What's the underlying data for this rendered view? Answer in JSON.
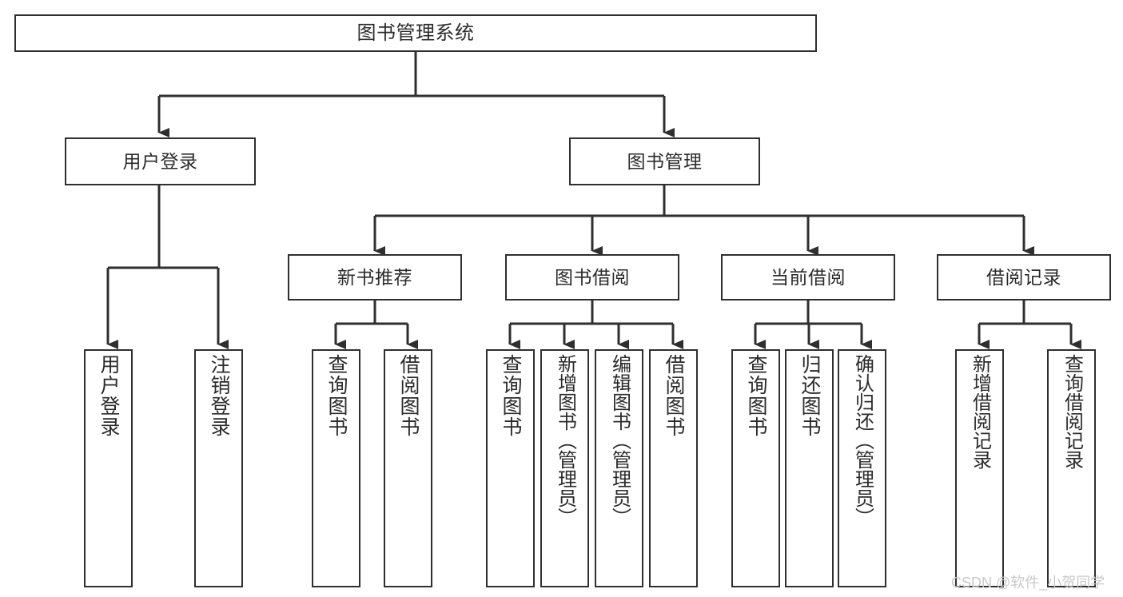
{
  "diagram": {
    "title": "图书管理系统",
    "type": "hierarchy-tree",
    "colors": {
      "box_border": "#2f2f2f",
      "box_fill": "#ffffff",
      "connector": "#2f2f2f",
      "text": "#2b2b2b",
      "background": "#ffffff",
      "watermark": "#c9c9c9"
    },
    "root": {
      "label": "图书管理系统"
    },
    "level1": [
      {
        "label": "用户登录"
      },
      {
        "label": "图书管理"
      }
    ],
    "level2": [
      {
        "label": "新书推荐"
      },
      {
        "label": "图书借阅"
      },
      {
        "label": "当前借阅"
      },
      {
        "label": "借阅记录"
      }
    ],
    "leaves": {
      "user_login": [
        {
          "label": "用户登录"
        },
        {
          "label": "注销登录"
        }
      ],
      "new_book_recommend": [
        {
          "label": "查询图书"
        },
        {
          "label": "借阅图书"
        }
      ],
      "book_borrow": [
        {
          "label": "查询图书"
        },
        {
          "label": "新增图书（管理员）"
        },
        {
          "label": "编辑图书（管理员）"
        },
        {
          "label": "借阅图书"
        }
      ],
      "current_borrow": [
        {
          "label": "查询图书"
        },
        {
          "label": "归还图书"
        },
        {
          "label": "确认归还（管理员）"
        }
      ],
      "borrow_record": [
        {
          "label": "新增借阅记录"
        },
        {
          "label": "查询借阅记录"
        }
      ]
    }
  },
  "watermark": {
    "text": "CSDN @软件_小贺同学"
  }
}
